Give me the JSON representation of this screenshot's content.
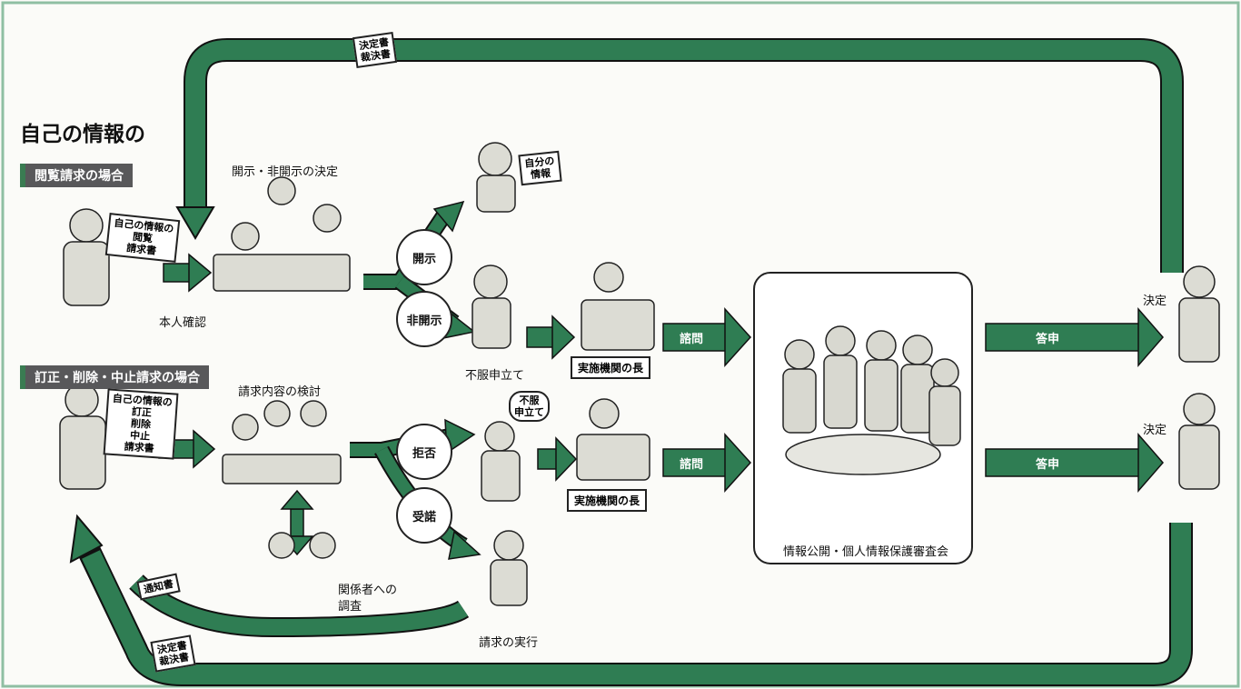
{
  "header": {
    "main": "自己の情報の",
    "sub1": "閲覧請求の場合",
    "sub2": "訂正・削除・中止請求の場合"
  },
  "labels": {
    "disclosure_decision": "開示・非開示の決定",
    "identity_check": "本人確認",
    "request_review": "請求内容の検討",
    "related_party_1": "関係者への",
    "related_party_2": "調査",
    "objection": "不服申立て",
    "execution": "請求の実行",
    "council": "情報公開・個人情報保護審査会",
    "decision_top": "決定",
    "decision_bottom": "決定"
  },
  "circles": {
    "disclose": "開示",
    "non_disclose": "非開示",
    "refuse": "拒否",
    "accept": "受諾"
  },
  "boxes": {
    "agency_head_top": "実施機関の長",
    "agency_head_bottom": "実施機関の長"
  },
  "arrow_labels": {
    "inquiry_top": "諮問",
    "inquiry_bottom": "諮問",
    "report_top": "答申",
    "report_bottom": "答申"
  },
  "documents": {
    "top_decision_1": "決定書",
    "top_decision_2": "裁決書",
    "bottom_decision_1": "決定書",
    "bottom_decision_2": "裁決書",
    "notice": "通知書",
    "request_view_1": "自己の情報の",
    "request_view_2": "閲覧",
    "request_view_3": "請求書",
    "request_fix_1": "自己の情報の",
    "request_fix_2": "訂正",
    "request_fix_3": "削除",
    "request_fix_4": "中止",
    "request_fix_5": "請求書",
    "own_info_1": "自分の",
    "own_info_2": "情報",
    "speech_1": "不服",
    "speech_2": "申立て"
  },
  "colors": {
    "arrow_green": "#2f7d53",
    "arrow_dark": "#1d5a38",
    "frame": "#3f8a5e"
  }
}
